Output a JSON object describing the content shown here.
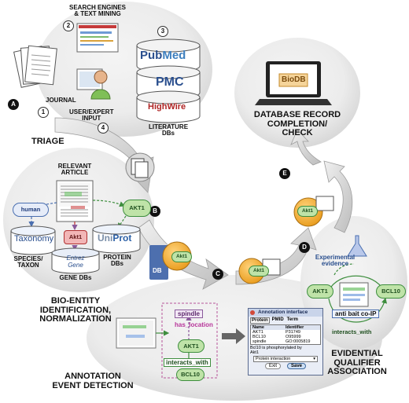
{
  "markers": {
    "a": "A",
    "b": "B",
    "c": "C",
    "d": "D",
    "e": "E"
  },
  "steps": {
    "one": "1",
    "two": "2",
    "three": "3",
    "four": "4"
  },
  "triage": {
    "title": "TRIAGE",
    "journal": "JOURNAL",
    "search": "SEARCH ENGINES\n& TEXT MINING",
    "user": "USER/EXPERT\nINPUT",
    "literature": "LITERATURE\nDBs",
    "pubmed_a": "Pub",
    "pubmed_b": "Med",
    "pmc": "PMC",
    "highwire": "HighWire"
  },
  "db_completion": {
    "title": "DATABASE RECORD\nCOMPLETION/\nCHECK",
    "screen": "BioDB"
  },
  "bioentity": {
    "title": "BIO-ENTITY\nIDENTIFICATION,\nNORMALIZATION",
    "relevant": "RELEVANT\nARTICLE",
    "human": "human",
    "akt1": "AKT1",
    "akt1_small": "Akt1",
    "taxonomy": "Taxonomy",
    "uniprot_a": "Uni",
    "uniprot_b": "Prot",
    "species": "SPECIES/\nTAXON",
    "protein": "PROTEIN\nDBs",
    "entrez_a": "Entrez",
    "entrez_b": "Gene",
    "gene": "GENE DBs"
  },
  "flow": {
    "db": "DB",
    "akt1": "Akt1"
  },
  "annotation": {
    "title": "ANNOTATION\nEVENT DETECTION",
    "spindle": "spindle",
    "has_location": "has_location",
    "akt1": "AKT1",
    "interacts_with": "interacts_with",
    "bcl10": "BCL10",
    "interface_title": "Annotation interface",
    "col_protein": "Protein",
    "col_pmid": "PMID",
    "col_term": "Term",
    "col_name": "Name",
    "col_identifier": "Identifier",
    "rows": [
      {
        "name": "AKT1",
        "id": "P31749"
      },
      {
        "name": "BCL10",
        "id": "O95999"
      },
      {
        "name": "spindle",
        "id": "GO:0005819"
      }
    ],
    "sentence": "Bcl10 is phosphorylated by\nAkt1",
    "dropdown": "Protein interaction",
    "exit": "Exit",
    "save": "Save"
  },
  "evidential": {
    "title": "EVIDENTIAL\nQUALIFIER\nASSOCIATION",
    "experimental": "Experimental\nevidence",
    "akt1": "AKT1",
    "bcl10": "BCL10",
    "method": "anti bait co-IP",
    "interacts_with": "interacts_with"
  }
}
